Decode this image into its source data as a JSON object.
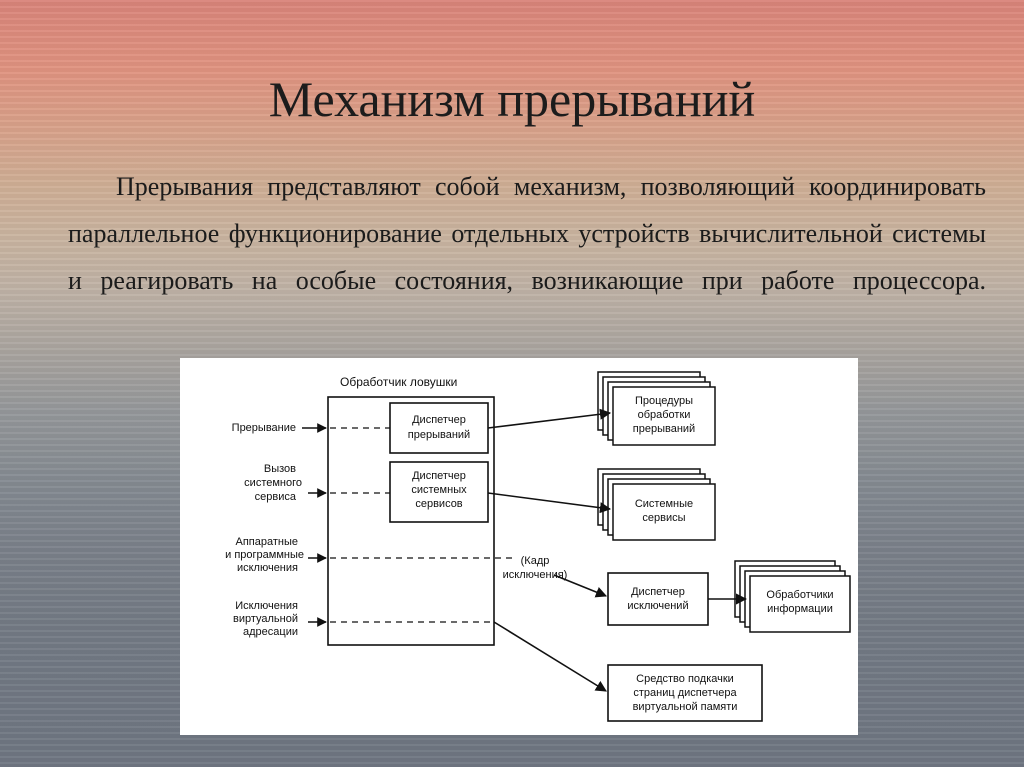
{
  "title": "Механизм прерываний",
  "paragraph": "Прерывания представляют собой механизм, позволяющий координировать параллельное функционирование отдельных устройств вычислительной системы и реагировать на особые состояния, возникающие при работе процессора.",
  "diagram": {
    "trap_handler_label": "Обработчик ловушки",
    "inputs": [
      {
        "lines": [
          "Прерывание"
        ]
      },
      {
        "lines": [
          "Вызов",
          "системного",
          "сервиса"
        ]
      },
      {
        "lines": [
          "Аппаратные",
          "и программные",
          "исключения"
        ]
      },
      {
        "lines": [
          "Исключения",
          "виртуальной",
          "адресации"
        ]
      }
    ],
    "interrupt_dispatcher": [
      "Диспетчер",
      "прерываний"
    ],
    "service_dispatcher": [
      "Диспетчер",
      "системных",
      "сервисов"
    ],
    "interrupt_procedures": [
      "Процедуры",
      "обработки",
      "прерываний"
    ],
    "system_services": [
      "Системные",
      "сервисы"
    ],
    "exception_frame": [
      "(Кадр",
      "исключения)"
    ],
    "exception_dispatcher": [
      "Диспетчер",
      "исключений"
    ],
    "info_handlers": [
      "Обработчики",
      "информации"
    ],
    "pager": [
      "Средство подкачки",
      "страниц диспетчера",
      "виртуальной памяти"
    ]
  }
}
